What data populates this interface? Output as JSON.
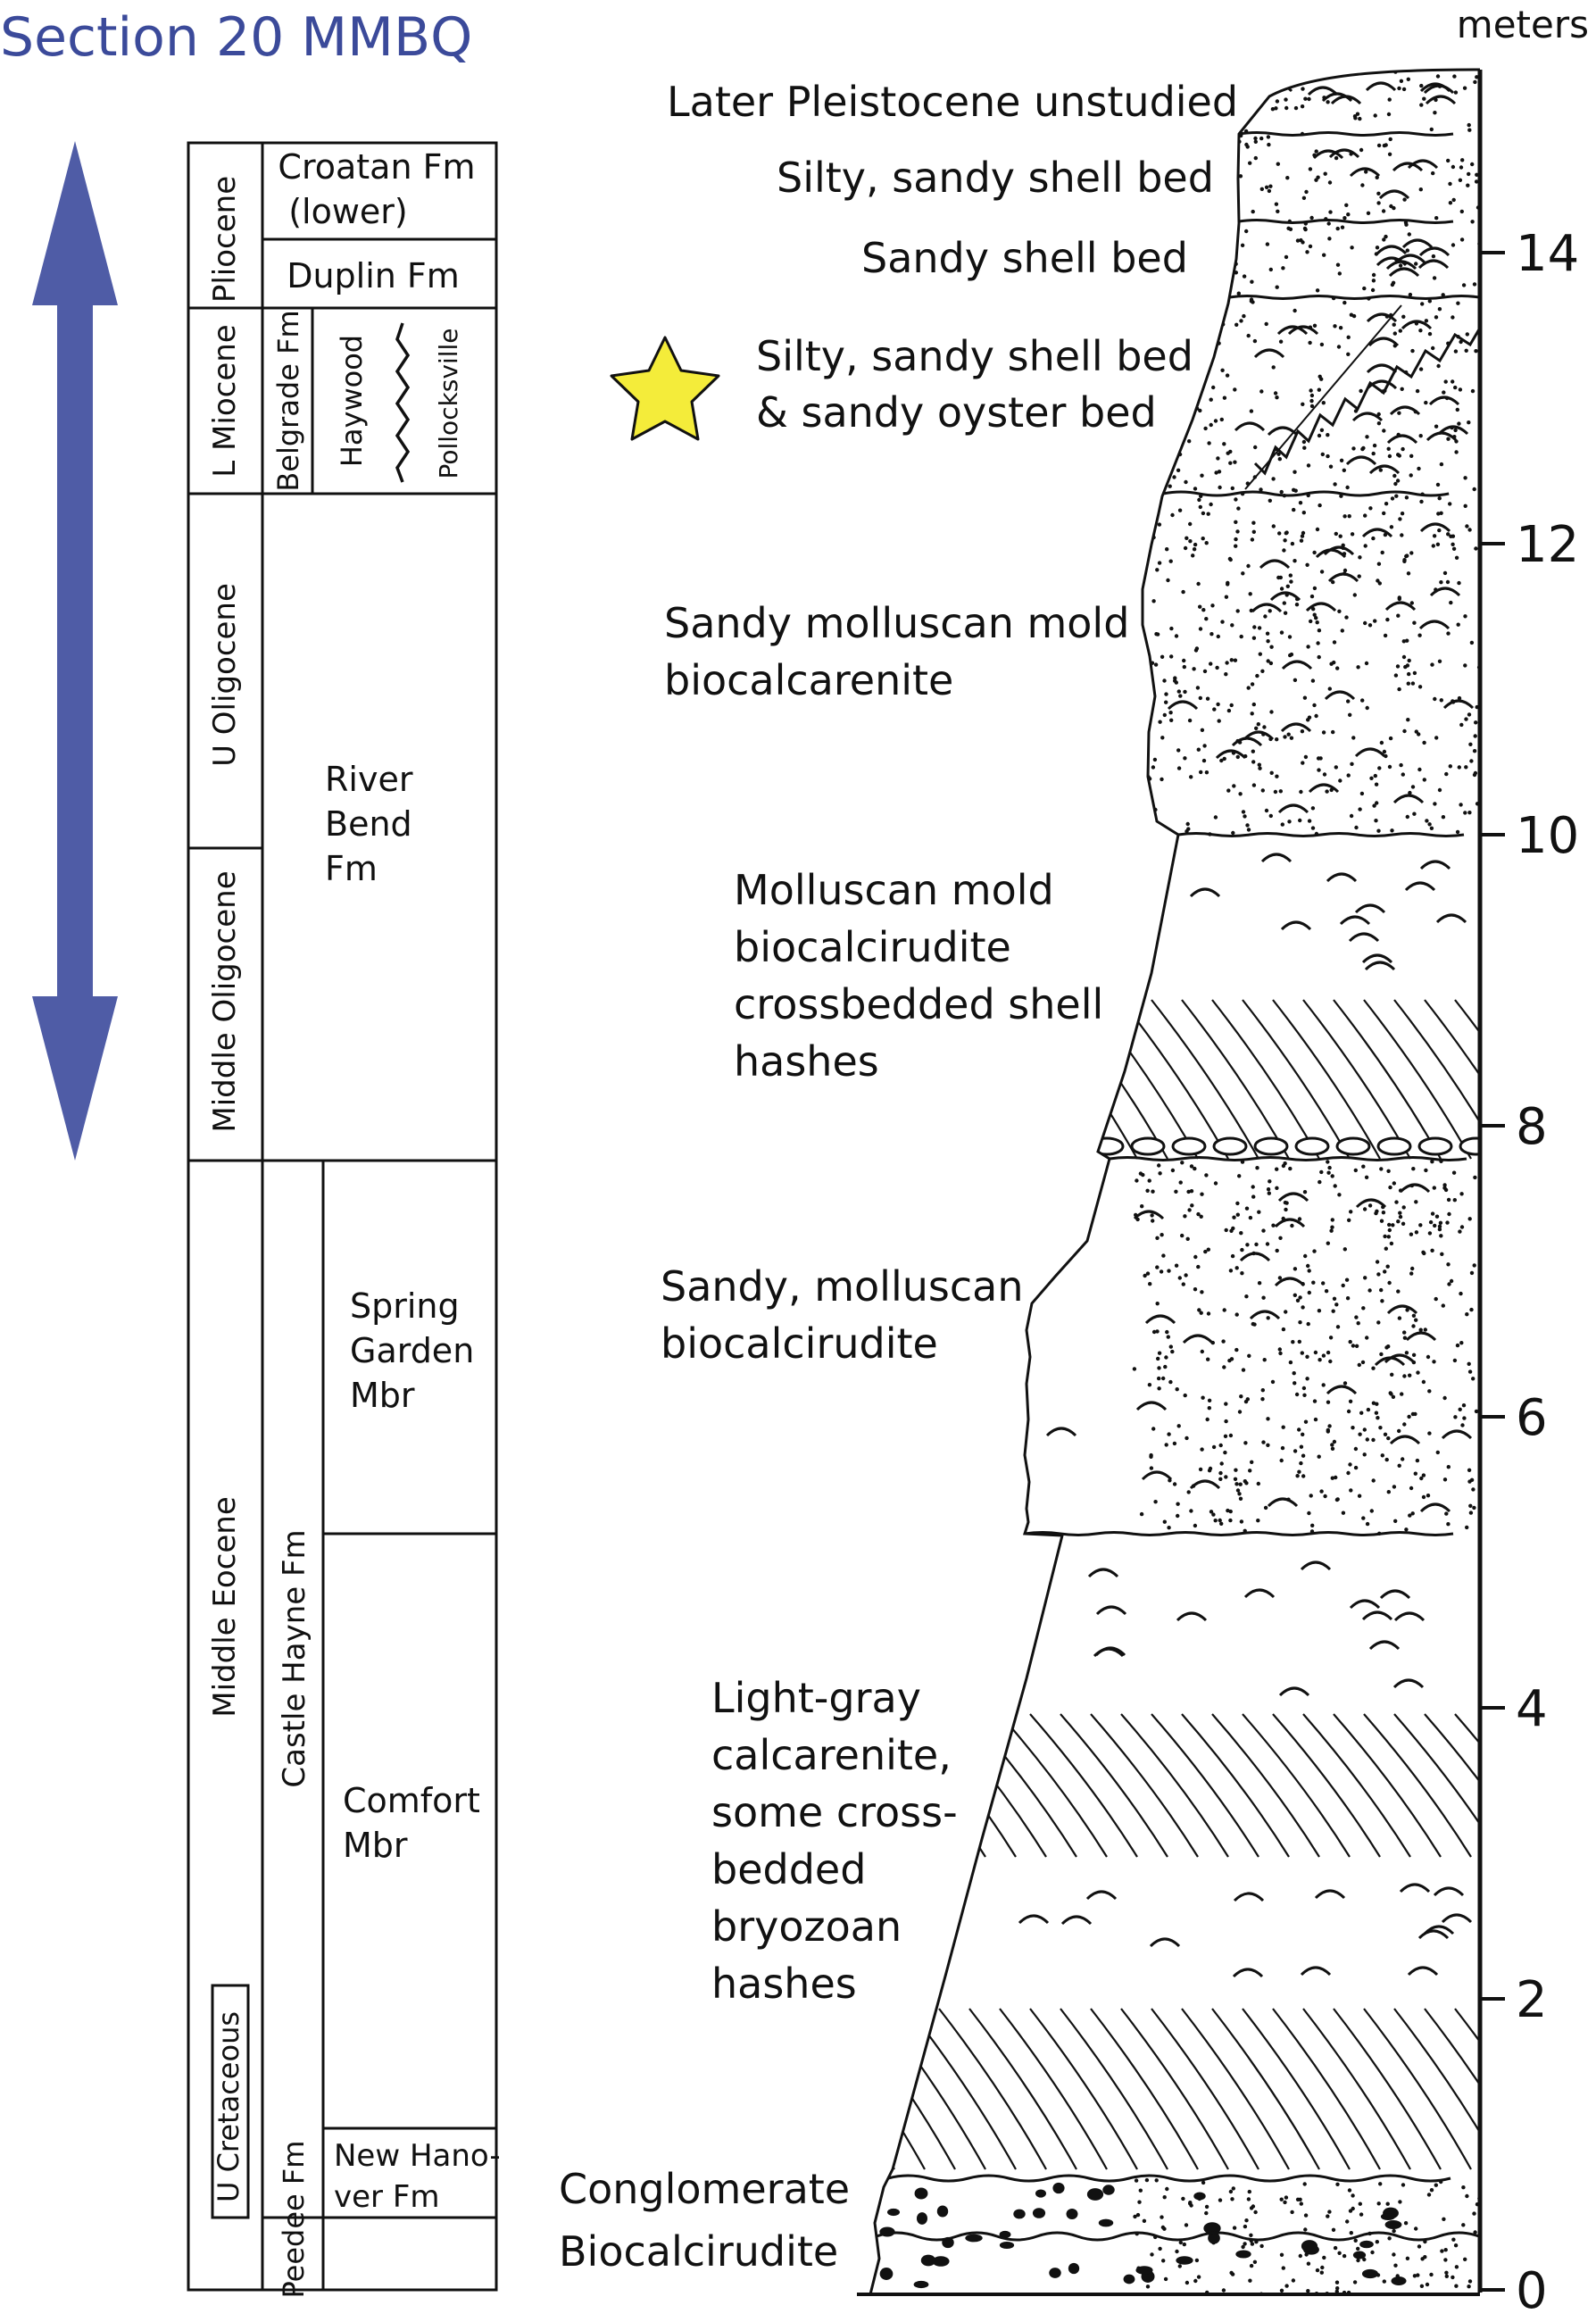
{
  "title": "Section 20 MMBQ",
  "axis": {
    "unit": "meters",
    "min": 0,
    "max": 15,
    "ticks": [
      0,
      2,
      4,
      6,
      8,
      10,
      12,
      14
    ],
    "tick_labels": [
      "0",
      "2",
      "4",
      "6",
      "8",
      "10",
      "12",
      "14"
    ]
  },
  "colors": {
    "title": "#3b4a9a",
    "arrow": "#4f5ca6",
    "star_fill": "#f4ec3a",
    "ink": "#111111",
    "paper": "#ffffff"
  },
  "icons": {
    "arrow": "double-headed-arrow-icon",
    "star": "star-icon"
  },
  "stratigraphy": {
    "epochs": [
      {
        "id": "pliocene",
        "label": "Pliocene"
      },
      {
        "id": "l-miocene",
        "label": "L Miocene"
      },
      {
        "id": "u-oligocene",
        "label": "U Oligocene"
      },
      {
        "id": "middle-oligocene",
        "label": "Middle Oligocene"
      },
      {
        "id": "middle-eocene",
        "label": "Middle Eocene"
      },
      {
        "id": "u-cretaceous",
        "label": "U Cretaceous"
      }
    ],
    "formations": [
      {
        "id": "croatan",
        "lines": [
          "Croatan Fm",
          "(lower)"
        ]
      },
      {
        "id": "duplin",
        "lines": [
          "Duplin Fm"
        ]
      },
      {
        "id": "belgrade",
        "lines": [
          "Belgrade Fm"
        ]
      },
      {
        "id": "haywood",
        "lines": [
          "Haywood"
        ]
      },
      {
        "id": "pollocksville",
        "lines": [
          "Pollocksville"
        ]
      },
      {
        "id": "river-bend",
        "lines": [
          "River",
          "Bend",
          "Fm"
        ]
      },
      {
        "id": "castle-hayne",
        "lines": [
          "Castle Hayne Fm"
        ]
      },
      {
        "id": "spring-garden",
        "lines": [
          "Spring",
          "Garden",
          "Mbr"
        ]
      },
      {
        "id": "comfort",
        "lines": [
          "Comfort",
          "Mbr"
        ]
      },
      {
        "id": "new-hanover",
        "lines": [
          "New Hano-",
          "ver Fm"
        ]
      },
      {
        "id": "peedee",
        "lines": [
          "Peedee Fm"
        ]
      }
    ]
  },
  "section": {
    "units": [
      {
        "id": "pleistocene",
        "lines": [
          "Later Pleistocene unstudied"
        ]
      },
      {
        "id": "silty-sandy-shell-top",
        "lines": [
          "Silty, sandy shell bed"
        ]
      },
      {
        "id": "sandy-shell",
        "lines": [
          "Sandy shell bed"
        ]
      },
      {
        "id": "silty-sandy-oyster",
        "lines": [
          "Silty, sandy shell bed",
          "& sandy oyster bed"
        ]
      },
      {
        "id": "sandy-molluscan-mold",
        "lines": [
          "Sandy molluscan mold",
          "biocalcarenite"
        ]
      },
      {
        "id": "molluscan-mold-biocalcirudite",
        "lines": [
          "Molluscan mold",
          "biocalcirudite",
          "crossbedded shell",
          "hashes"
        ]
      },
      {
        "id": "sandy-molluscan-biocalcirudite",
        "lines": [
          "Sandy, molluscan",
          "biocalcirudite"
        ]
      },
      {
        "id": "light-gray-calcarenite",
        "lines": [
          "Light-gray",
          "calcarenite,",
          "some cross-",
          "bedded",
          "bryozoan",
          "hashes"
        ]
      },
      {
        "id": "conglomerate",
        "lines": [
          "Conglomerate"
        ]
      },
      {
        "id": "biocalcirudite",
        "lines": [
          "Biocalcirudite"
        ]
      }
    ]
  }
}
